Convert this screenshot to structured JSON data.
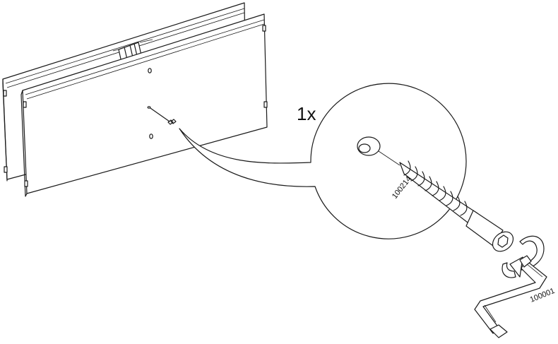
{
  "instruction": {
    "quantity": "1x",
    "screw_part_number": "100214",
    "key_part_number": "100001"
  },
  "icons": {
    "panels": "two-stacked-panels-drawing",
    "screw": "cam-screw-icon",
    "key": "hex-key-icon",
    "rotation": "rotate-clockwise-arrow-icon"
  },
  "colors": {
    "line": "#1a1a1a",
    "background": "#ffffff",
    "fill_light": "#f2f2f2"
  }
}
